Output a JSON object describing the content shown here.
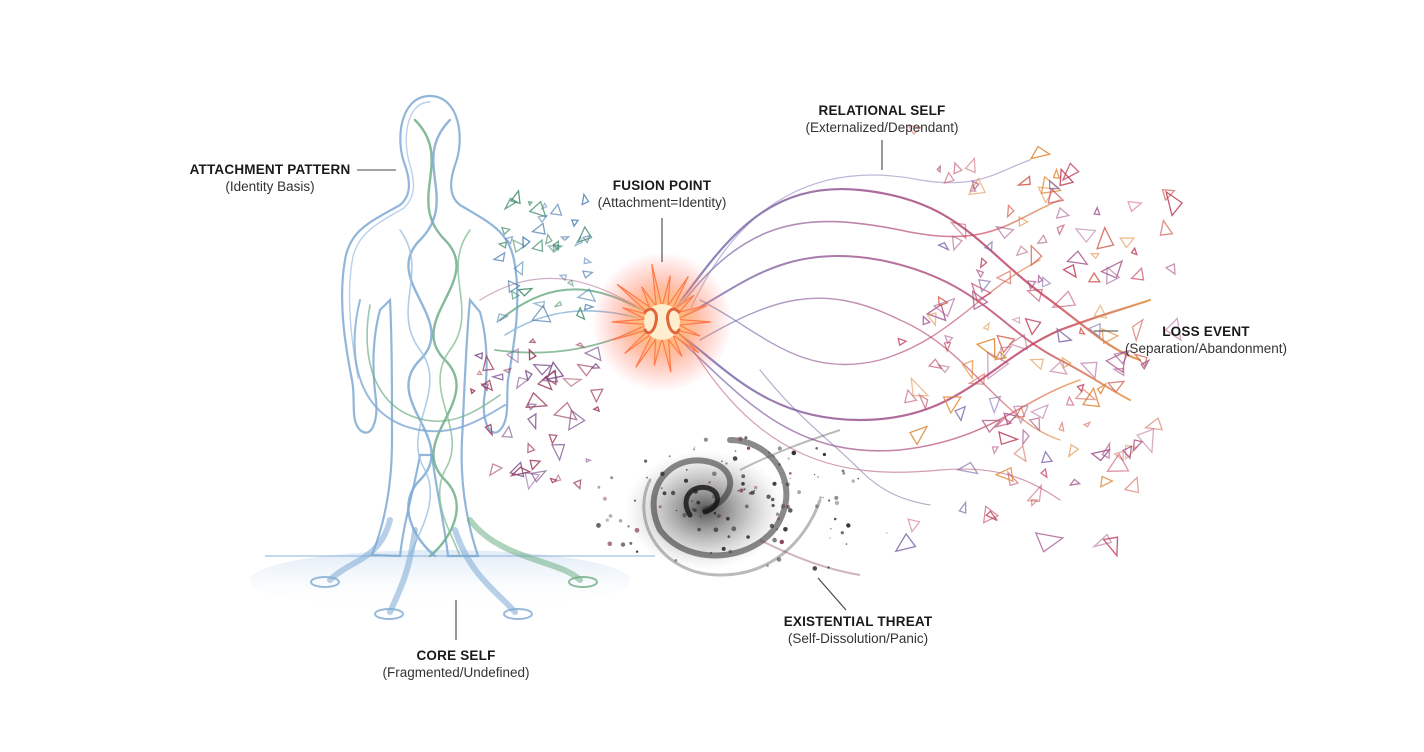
{
  "labels": {
    "attachment_pattern": {
      "title": "ATTACHMENT PATTERN",
      "subtitle": "(Identity Basis)"
    },
    "fusion_point": {
      "title": "FUSION POINT",
      "subtitle": "(Attachment=Identity)"
    },
    "relational_self": {
      "title": "RELATIONAL SELF",
      "subtitle": "(Externalized/Dependant)"
    },
    "loss_event": {
      "title": "LOSS EVENT",
      "subtitle": "(Separation/Abandonment)"
    },
    "existential_threat": {
      "title": "EXISTENTIAL THREAT",
      "subtitle": "(Self-Dissolution/Panic)"
    },
    "core_self": {
      "title": "CORE SELF",
      "subtitle": "(Fragmented/Undefined)"
    }
  },
  "colors": {
    "figure_blue": "#7ea9d4",
    "figure_green": "#6fae86",
    "fusion_glow": "#ff7a3a",
    "relational_purple": "#7d6aa8",
    "relational_red": "#c0405a",
    "loss_orange": "#e08a3a",
    "vortex_dark": "#2a2a2a",
    "leader_line": "#444444"
  }
}
